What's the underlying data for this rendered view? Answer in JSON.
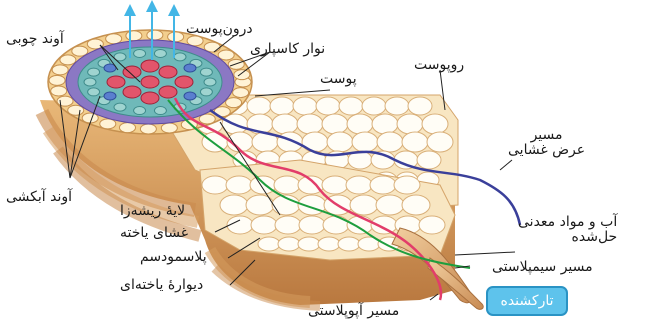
{
  "labels": {
    "xylem": "آوند چوبی",
    "endodermis": "درون‌پوست",
    "casparian_strip": "نوار کاسپاری",
    "cortex": "پوست",
    "epidermis": "روپوست",
    "transmembrane_path": "مسیر\nعرض غشایی",
    "water_minerals": "آب و مواد معدنی\nحل‌شده",
    "symplast_path": "مسیر سیمپلاستی",
    "apoplast_path": "مسیر آپوپلاستی",
    "phloem": "آوند آبکشی",
    "pericycle": "لایهٔ ریشه‌زا",
    "cell_membrane": "غشای یاخته",
    "plasmodesma": "پلاسمودسم",
    "cell_wall": "دیوارهٔ یاخته‌ای"
  },
  "root_hair_label": "تارکشنده",
  "colors": {
    "apoplast": "#e23d6a",
    "symplast": "#1e9e3e",
    "transmembrane": "#3a3f9a",
    "upward_arrows": "#43b6e6",
    "badge": "#5ec3ec"
  }
}
